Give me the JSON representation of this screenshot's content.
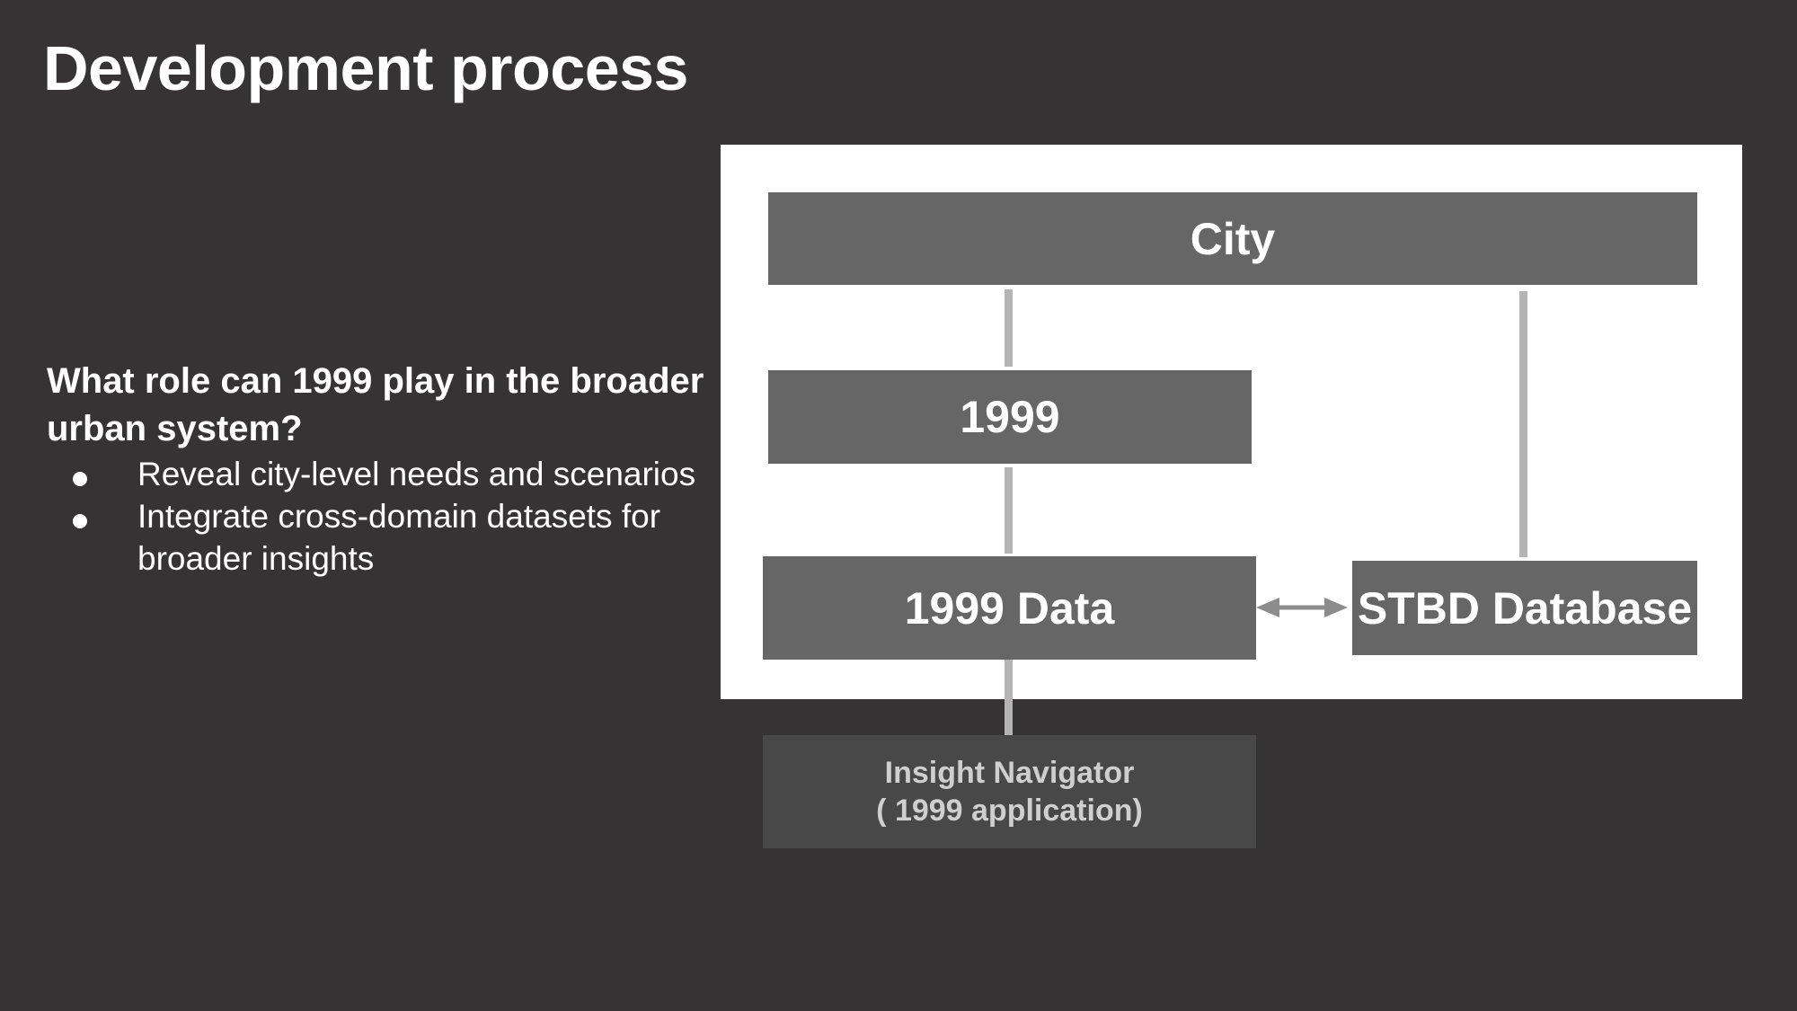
{
  "slide": {
    "title": "Development process"
  },
  "left_panel": {
    "question": "What role can 1999 play in the broader urban system?",
    "bullets": [
      "Reveal city-level needs and scenarios",
      "Integrate cross-domain datasets for broader insights"
    ]
  },
  "diagram": {
    "nodes": {
      "city": "City",
      "app_1999": "1999",
      "data_1999": "1999 Data",
      "stbd": "STBD Database",
      "navigator_line1": "Insight Navigator",
      "navigator_line2": "( 1999 application)"
    },
    "edges": [
      {
        "from": "city",
        "to": "app_1999",
        "style": "line"
      },
      {
        "from": "app_1999",
        "to": "data_1999",
        "style": "line"
      },
      {
        "from": "city",
        "to": "stbd",
        "style": "line"
      },
      {
        "from": "data_1999",
        "to": "stbd",
        "style": "double-arrow"
      },
      {
        "from": "data_1999",
        "to": "navigator",
        "style": "line"
      }
    ],
    "colors": {
      "background": "#363334",
      "panel": "#ffffff",
      "node": "#666666",
      "node_dim": "#484848",
      "connector": "#b4b4b4",
      "arrow": "#8c8c8c"
    }
  }
}
